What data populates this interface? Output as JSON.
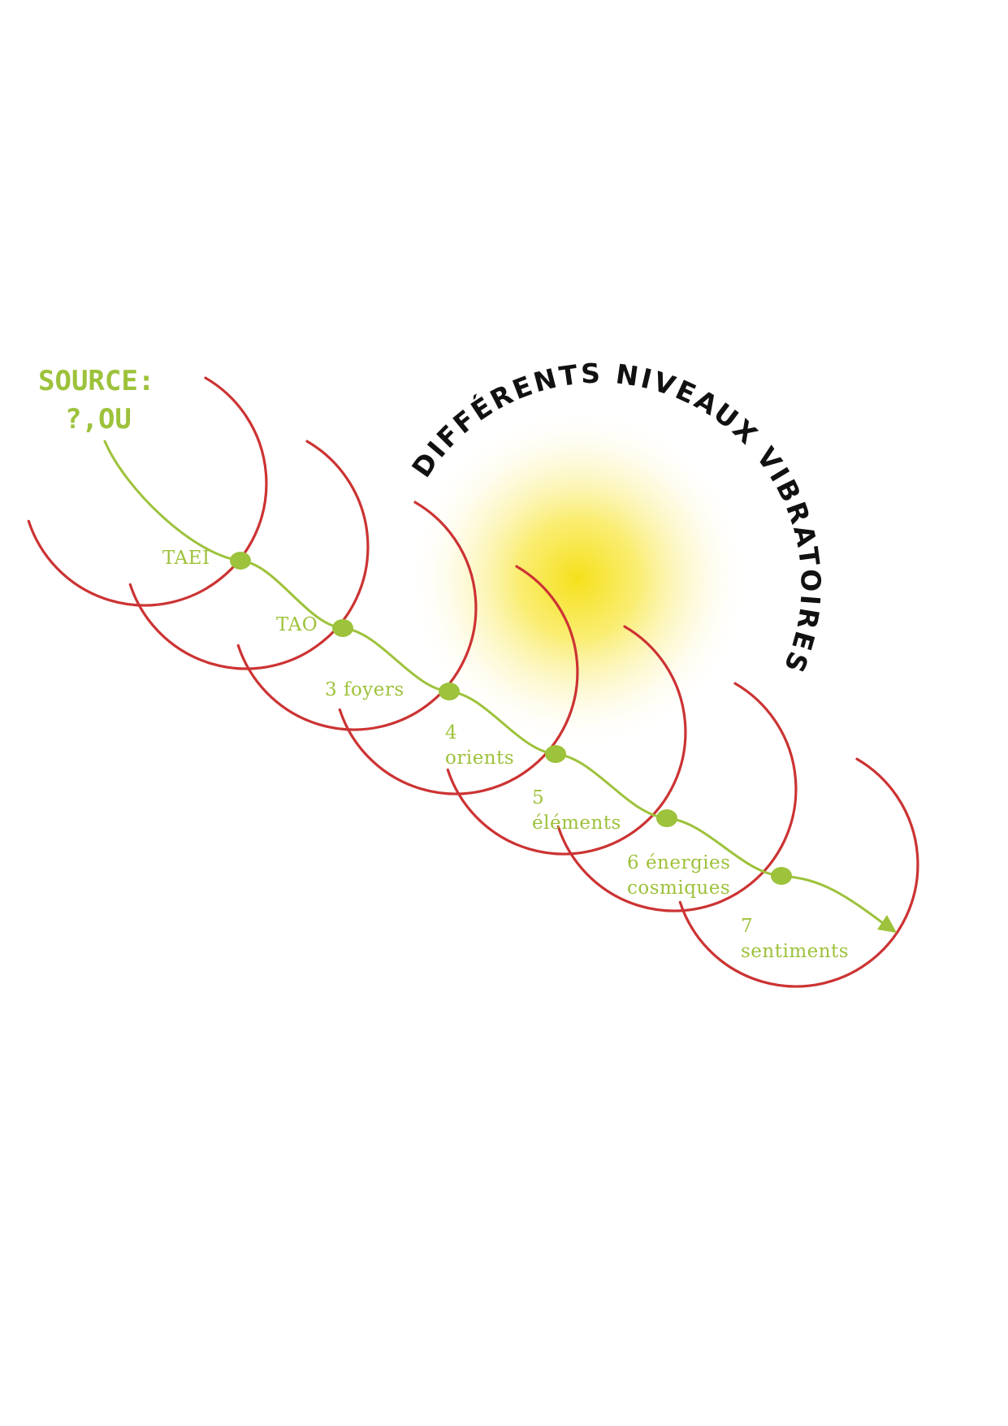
{
  "title": "DIFFÉRENTS NIVEAUX VIBRATOIRES",
  "source": {
    "line1": "SOURCE:",
    "line2": "?,OU"
  },
  "levels": [
    {
      "lines": [
        "TAEI"
      ]
    },
    {
      "lines": [
        "TAO"
      ]
    },
    {
      "lines": [
        "3 foyers"
      ]
    },
    {
      "lines": [
        "4",
        "orients"
      ]
    },
    {
      "lines": [
        "5",
        "éléments"
      ]
    },
    {
      "lines": [
        "6 énergies",
        "cosmiques"
      ]
    },
    {
      "lines": [
        "7",
        "sentiments"
      ]
    }
  ],
  "colors": {
    "arc": "#cc3333",
    "path": "#9dc23b",
    "title": "#111111",
    "glow": "#f5e01a"
  }
}
